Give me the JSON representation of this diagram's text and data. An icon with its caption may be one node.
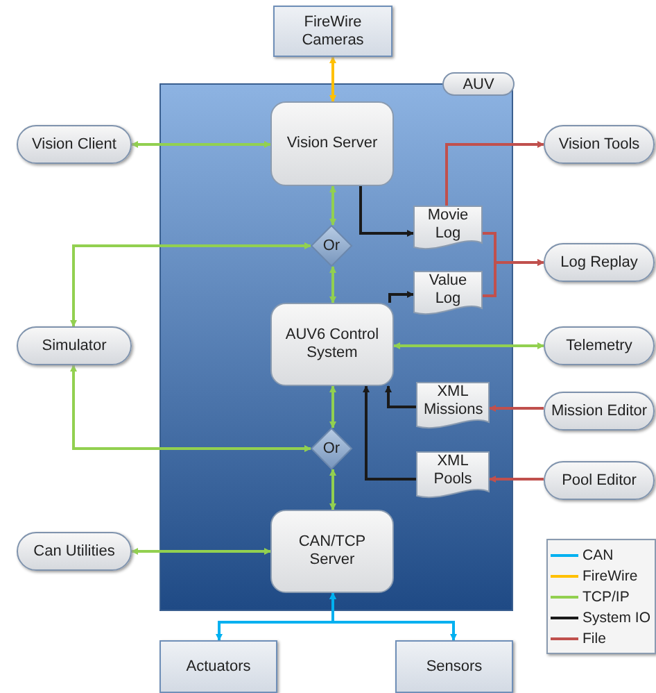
{
  "diagram": {
    "nodes": [
      {
        "text": [
          "FireWire Cameras"
        ]
      },
      {
        "text": [
          "AUV"
        ]
      },
      {
        "text": [
          "Vision Client"
        ]
      },
      {
        "text": [
          "Vision Server"
        ],
        "in": 1
      },
      {
        "text": [
          "Or"
        ],
        "in": 1
      },
      {
        "text": [
          "Movie Log"
        ],
        "in": 1
      },
      {
        "text": [
          "Value Log"
        ],
        "in": 1
      },
      {
        "text": [
          "Vision Tools"
        ]
      },
      {
        "text": [
          "Log Replay"
        ]
      },
      {
        "text": [
          "Simulator"
        ]
      },
      {
        "text": [
          "AUV6 Control System"
        ],
        "in": 1
      },
      {
        "text": [
          "Telemetry"
        ]
      },
      {
        "text": [
          "XML Missions"
        ],
        "in": 1
      },
      {
        "text": [
          "Mission Editor"
        ]
      },
      {
        "text": [
          "Or"
        ],
        "in": 1
      },
      {
        "text": [
          "XML Pools"
        ],
        "in": 1
      },
      {
        "text": [
          "Pool Editor"
        ]
      },
      {
        "text": [
          "Can Utilities"
        ]
      },
      {
        "text": [
          "CAN/TCP Server"
        ],
        "in": 1
      },
      {
        "text": [
          "Actuators"
        ]
      },
      {
        "text": [
          "Sensors"
        ]
      }
    ],
    "edges": [
      {
        "from": 0,
        "to": 3,
        "arrow": "both",
        "color": "#ffc000"
      },
      {
        "from": 2,
        "to": 3,
        "arrow": "both"
      },
      {
        "from": 3,
        "to": 4,
        "arrow": "both"
      },
      {
        "from": 9,
        "to": 4,
        "arrow": "both"
      },
      {
        "from": 4,
        "to": 10,
        "arrow": "both"
      },
      {
        "from": 3,
        "to": 5,
        "arrow": "to",
        "color": "#1a1a1a"
      },
      {
        "from": 10,
        "to": 6,
        "arrow": "to",
        "color": "#1a1a1a"
      },
      {
        "from": 5,
        "to": 7,
        "arrow": "to",
        "color": "#c0504d"
      },
      {
        "from": 5,
        "to": 8,
        "arrow": "to",
        "color": "#c0504d"
      },
      {
        "from": 6,
        "to": 8,
        "arrow": "to",
        "color": "#c0504d"
      },
      {
        "from": 10,
        "to": 11,
        "arrow": "both"
      },
      {
        "from": 12,
        "to": 10,
        "arrow": "to",
        "color": "#1a1a1a"
      },
      {
        "from": 15,
        "to": 10,
        "arrow": "to",
        "color": "#1a1a1a"
      },
      {
        "from": 13,
        "to": 12,
        "arrow": "to",
        "color": "#c0504d"
      },
      {
        "from": 16,
        "to": 15,
        "arrow": "to",
        "color": "#c0504d"
      },
      {
        "from": 9,
        "to": 14,
        "arrow": "both"
      },
      {
        "from": 10,
        "to": 14,
        "arrow": "both"
      },
      {
        "from": 14,
        "to": 18,
        "arrow": "both"
      },
      {
        "from": 17,
        "to": 18,
        "arrow": "both"
      },
      {
        "from": 18,
        "to": 19,
        "arrow": "both",
        "color": "#00b0f0"
      },
      {
        "from": 18,
        "to": 20,
        "arrow": "both",
        "color": "#00b0f0"
      }
    ],
    "legend": [
      {
        "text": "CAN",
        "color": "#00b0f0"
      },
      {
        "text": "FireWire",
        "color": "#ffc000"
      },
      {
        "text": "TCP/IP",
        "color": "#92d050"
      },
      {
        "text": "System IO",
        "color": "#1a1a1a"
      },
      {
        "text": "File",
        "color": "#c0504d"
      }
    ]
  }
}
